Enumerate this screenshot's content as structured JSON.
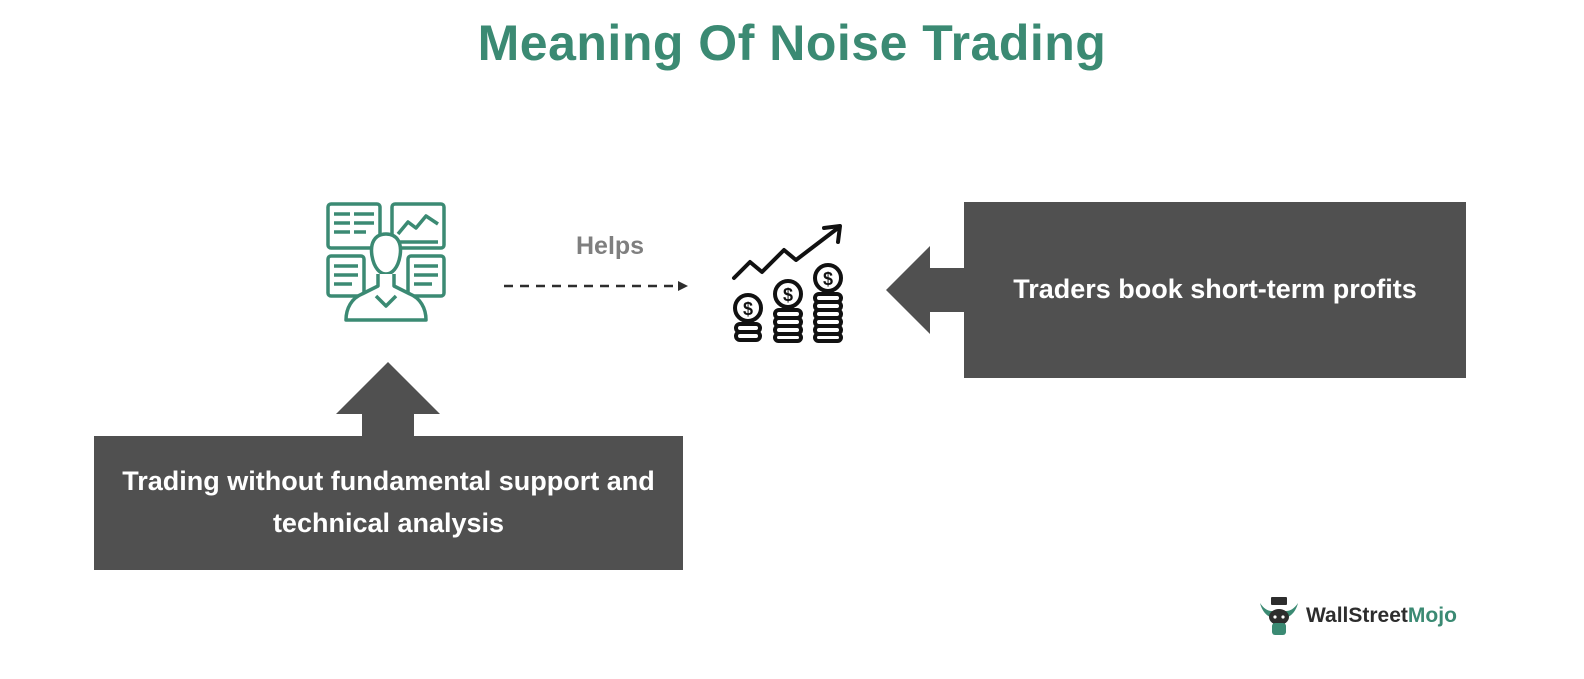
{
  "title": "Meaning Of Noise Trading",
  "helps_label": "Helps",
  "box_right_text": "Traders book short-term profits",
  "box_bottom_text": "Trading without fundamental support and technical analysis",
  "logo": {
    "part1": "WallStreet",
    "part2": "Mojo"
  },
  "icons": {
    "trader": "trader-screens-icon",
    "profit": "coins-growth-icon",
    "logo": "bull-mascot-icon"
  },
  "colors": {
    "title": "#3b8a73",
    "box": "#505050",
    "arrow": "#505050",
    "helps": "#7f7f7f",
    "icon_teal": "#3b8a73"
  }
}
